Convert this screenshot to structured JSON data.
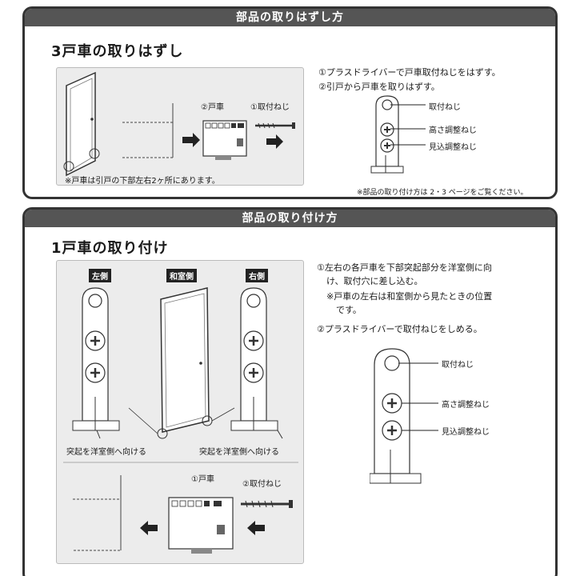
{
  "removal": {
    "header": "部品の取りはずし方",
    "title": "3戸車の取りはずし",
    "figure": {
      "label_roller": "②戸車",
      "label_screw": "①取付ねじ",
      "caption": "※戸車は引戸の下部左右2ヶ所にあります。"
    },
    "steps": [
      "①プラスドライバーで戸車取付ねじをはずす。",
      "②引戸から戸車を取りはずす。"
    ],
    "part_labels": {
      "mount_screw": "取付ねじ",
      "height_screw": "高さ調整ねじ",
      "depth_screw": "見込調整ねじ"
    },
    "footnote": "※部品の取り付け方は 2・3 ページをご覧ください。"
  },
  "install": {
    "header": "部品の取り付け方",
    "title": "1戸車の取り付け",
    "figure": {
      "left_badge": "左側",
      "center_badge": "和室側",
      "right_badge": "右側",
      "left_caption": "突起を洋室側へ向ける",
      "right_caption": "突起を洋室側へ向ける",
      "label_roller": "①戸車",
      "label_screw": "②取付ねじ"
    },
    "steps": [
      "①左右の各戸車を下部突起部分を洋室側に向",
      "け、取付穴に差し込む。",
      "※戸車の左右は和室側から見たときの位置",
      "です。",
      "②プラスドライバーで取付ねじをしめる。"
    ],
    "part_labels": {
      "mount_screw": "取付ねじ",
      "height_screw": "高さ調整ねじ",
      "depth_screw": "見込調整ねじ"
    }
  }
}
